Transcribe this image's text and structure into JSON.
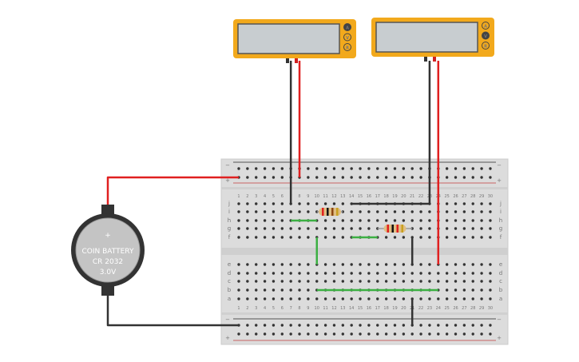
{
  "breadboard": {
    "columns": [
      1,
      2,
      3,
      4,
      5,
      6,
      7,
      8,
      9,
      10,
      11,
      12,
      13,
      14,
      15,
      16,
      17,
      18,
      19,
      20,
      21,
      22,
      23,
      24,
      25,
      26,
      27,
      28,
      29,
      30
    ],
    "top_rows": [
      "j",
      "i",
      "h",
      "g",
      "f"
    ],
    "bottom_rows": [
      "e",
      "d",
      "c",
      "b",
      "a"
    ],
    "rail_minus": "−",
    "rail_plus": "+"
  },
  "battery": {
    "line1": "COIN BATTERY",
    "line2": "CR 2032",
    "line3": "3.0V",
    "plus_symbol": "+"
  },
  "multimeters": [
    {
      "modes": [
        "A",
        "V",
        "R"
      ],
      "active": "A"
    },
    {
      "modes": [
        "A",
        "V",
        "R"
      ],
      "active": "V"
    }
  ],
  "resistors": [
    {
      "bands": [
        "#e02020",
        "#111111",
        "#8b4513",
        "#c8a020"
      ]
    },
    {
      "bands": [
        "#e02020",
        "#111111",
        "#e02020",
        "#c8a020"
      ]
    }
  ],
  "colors": {
    "wire_red": "#e02020",
    "wire_black": "#333333",
    "wire_green": "#3cb043",
    "meter": "#f2a91c"
  }
}
